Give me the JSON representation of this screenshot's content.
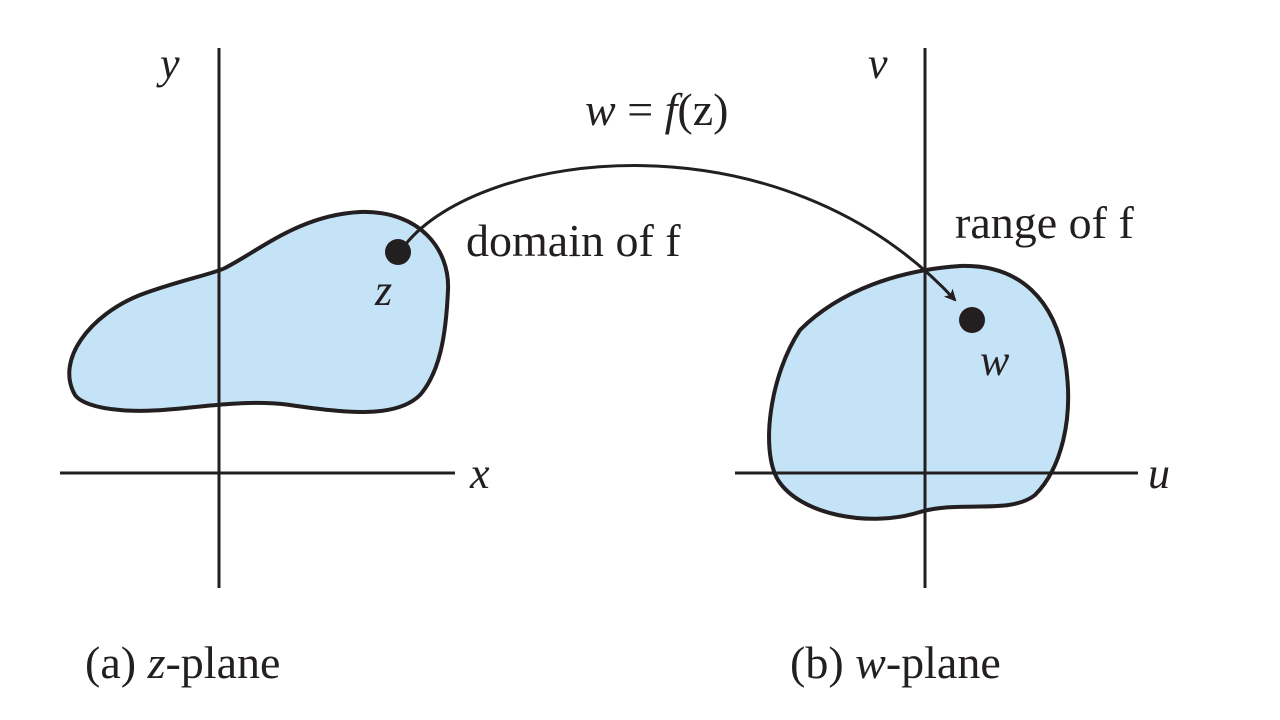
{
  "colors": {
    "ink": "#231f20",
    "region_fill": "#c5e3f6"
  },
  "z_plane": {
    "axis_x_label": "x",
    "axis_y_label": "y",
    "point_label": "z",
    "region_label": "domain of f",
    "caption_prefix": "(a) ",
    "caption_var": "z",
    "caption_suffix": "-plane"
  },
  "w_plane": {
    "axis_u_label": "u",
    "axis_v_label": "v",
    "point_label": "w",
    "region_label": "range of f",
    "caption_prefix": "(b) ",
    "caption_var": "w",
    "caption_suffix": "-plane"
  },
  "mapping": {
    "formula_w": "w",
    "formula_eq": " = ",
    "formula_f": "f",
    "formula_arg": "(z)"
  }
}
